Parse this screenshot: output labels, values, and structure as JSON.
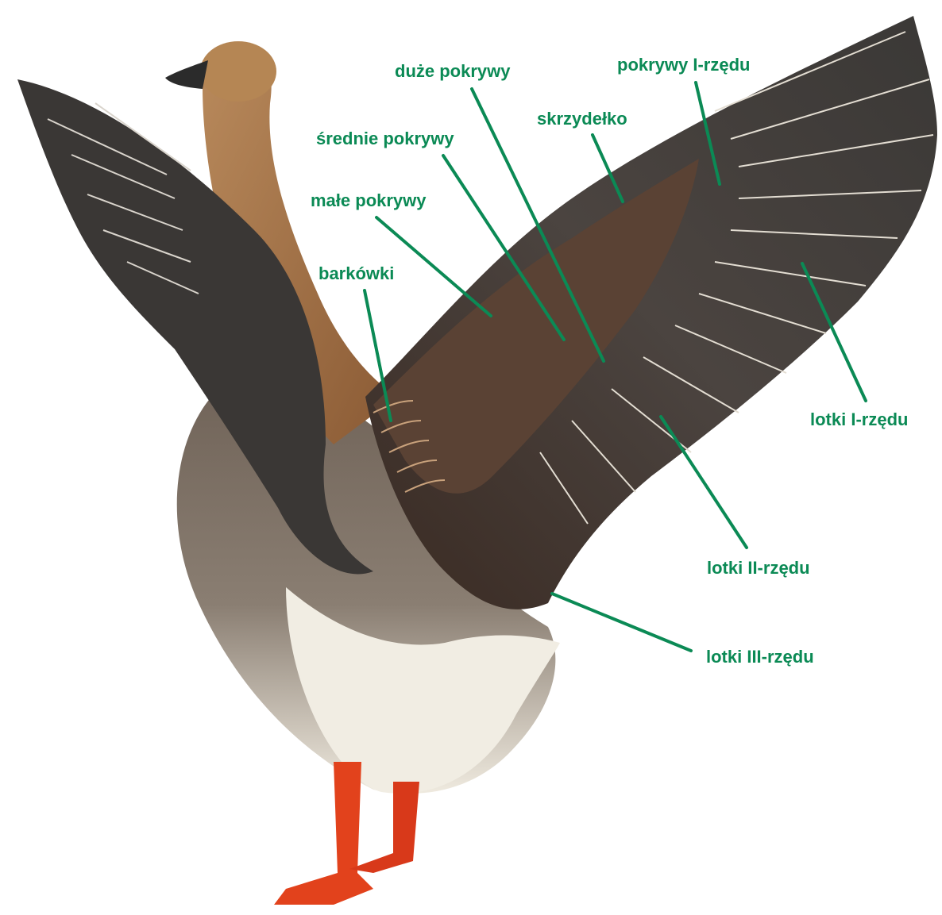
{
  "labels": {
    "duze_pokrywy": "duże pokrywy",
    "pokrywy_i_rzedu": "pokrywy I-rzędu",
    "skrzydelko": "skrzydełko",
    "srednie_pokrywy": "średnie pokrywy",
    "male_pokrywy": "małe pokrywy",
    "barkowki": "barkówki",
    "lotki_i_rzedu": "lotki I-rzędu",
    "lotki_ii_rzedu": "lotki II-rzędu",
    "lotki_iii_rzedu": "lotki III-rzędu"
  },
  "colors": {
    "label": "#0b8a55",
    "background": "#ffffff",
    "wing_dark": "#2f2c2a",
    "wing_mid": "#56504a",
    "coverts_brown": "#5a4234",
    "neck_tan": "#a5754a",
    "head_tan": "#b58654",
    "beak": "#2b2b2b",
    "belly_white": "#f1ede3",
    "legs_orange": "#e2421c"
  }
}
